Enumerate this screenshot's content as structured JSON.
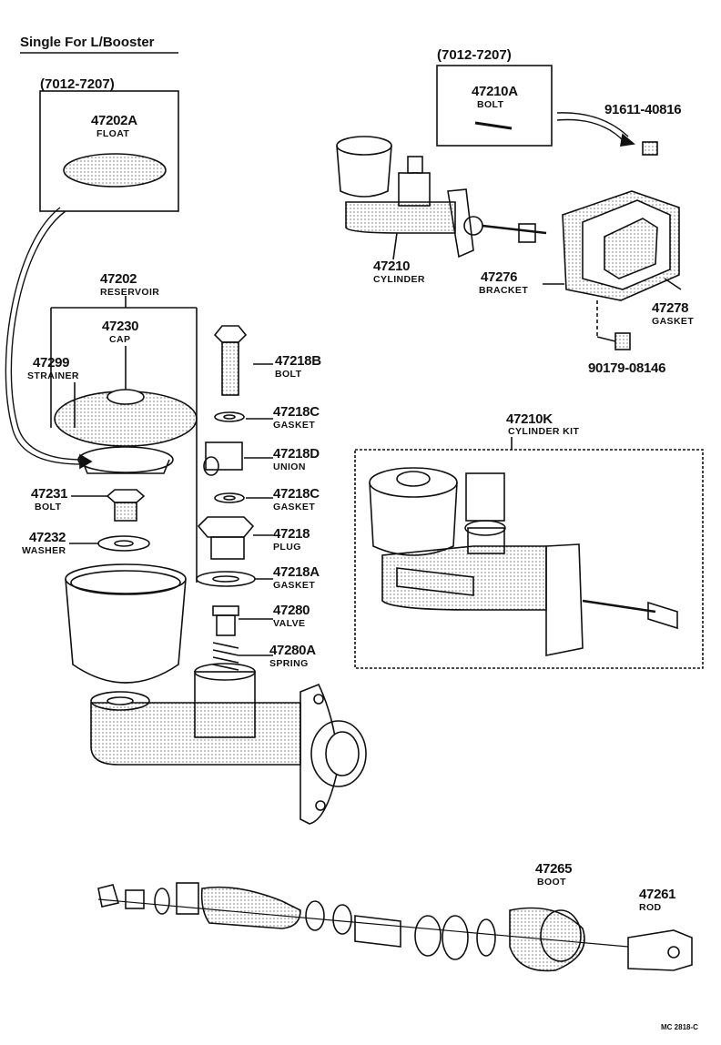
{
  "header": {
    "title": "Single For L/Booster"
  },
  "ranges": {
    "left_box": "(7012-7207)",
    "right_box": "(7012-7207)"
  },
  "parts": {
    "p47202A": {
      "number": "47202A",
      "name": "FLOAT"
    },
    "p47202": {
      "number": "47202",
      "name": "RESERVOIR"
    },
    "p47230": {
      "number": "47230",
      "name": "CAP"
    },
    "p47299": {
      "number": "47299",
      "name": "STRAINER"
    },
    "p47231": {
      "number": "47231",
      "name": "BOLT"
    },
    "p47232": {
      "number": "47232",
      "name": "WASHER"
    },
    "p47218B": {
      "number": "47218B",
      "name": "BOLT"
    },
    "p47218C_1": {
      "number": "47218C",
      "name": "GASKET"
    },
    "p47218D": {
      "number": "47218D",
      "name": "UNION"
    },
    "p47218C_2": {
      "number": "47218C",
      "name": "GASKET"
    },
    "p47218": {
      "number": "47218",
      "name": "PLUG"
    },
    "p47218A": {
      "number": "47218A",
      "name": "GASKET"
    },
    "p47280": {
      "number": "47280",
      "name": "VALVE"
    },
    "p47280A": {
      "number": "47280A",
      "name": "SPRING"
    },
    "p47210A": {
      "number": "47210A",
      "name": "BOLT"
    },
    "p91611": {
      "number": "91611-40816"
    },
    "p47210": {
      "number": "47210",
      "name": "CYLINDER"
    },
    "p47276": {
      "number": "47276",
      "name": "BRACKET"
    },
    "p47278": {
      "number": "47278",
      "name": "GASKET"
    },
    "p90179": {
      "number": "90179-08146"
    },
    "p47210K": {
      "number": "47210K",
      "name": "CYLINDER KIT"
    },
    "p47265": {
      "number": "47265",
      "name": "BOOT"
    },
    "p47261": {
      "number": "47261",
      "name": "ROD"
    }
  },
  "footer": {
    "code": "MC 2818-C"
  }
}
